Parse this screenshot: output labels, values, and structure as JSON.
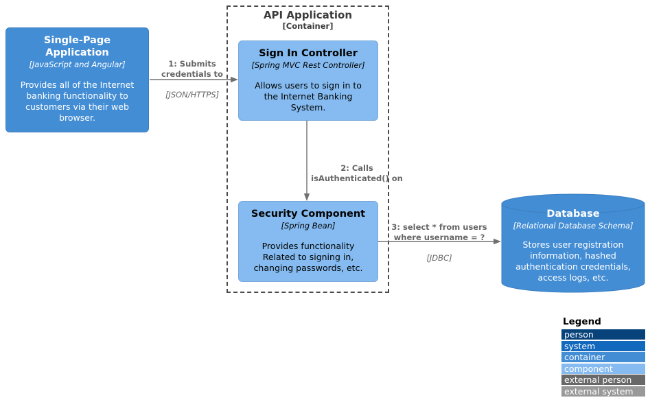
{
  "diagram": {
    "boundary": {
      "title": "API Application",
      "subtitle": "[Container]"
    },
    "nodes": {
      "spa": {
        "title": "Single-Page\nApplication",
        "tech": "[JavaScript and Angular]",
        "desc": "Provides all of the Internet\nbanking functionality to\ncustomers via their web\nbrowser."
      },
      "signin": {
        "title": "Sign In Controller",
        "tech": "[Spring MVC Rest Controller]",
        "desc": "Allows users to sign in to\nthe Internet Banking\nSystem."
      },
      "security": {
        "title": "Security Component",
        "tech": "[Spring Bean]",
        "desc": "Provides functionality\nRelated to signing in,\nchanging passwords, etc."
      },
      "database": {
        "title": "Database",
        "tech": "[Relational Database Schema]",
        "desc": "Stores user registration\ninformation, hashed\nauthentication credentials,\naccess logs, etc."
      }
    },
    "relations": {
      "r1": {
        "label": "1: Submits\ncredentials to",
        "tech": "[JSON/HTTPS]"
      },
      "r2": {
        "label": "2: Calls\nisAuthenticated() on"
      },
      "r3": {
        "label": "3: select * from users\nwhere username = ?",
        "tech": "[JDBC]"
      }
    }
  },
  "legend": {
    "title": "Legend",
    "items": [
      {
        "label": "person",
        "color": "#08427B"
      },
      {
        "label": "system",
        "color": "#1168BD"
      },
      {
        "label": "container",
        "color": "#438DD5"
      },
      {
        "label": "component",
        "color": "#85BBF0"
      },
      {
        "label": "external person",
        "color": "#686868"
      },
      {
        "label": "external system",
        "color": "#999999"
      }
    ]
  },
  "colors": {
    "container_fill": "#438DD5",
    "container_stroke": "#3C7FC0",
    "component_fill": "#85BBF0",
    "component_stroke": "#78A8D8",
    "line_color": "#707070",
    "label_color": "#666666",
    "boundary_border": "#4A4A4A"
  }
}
